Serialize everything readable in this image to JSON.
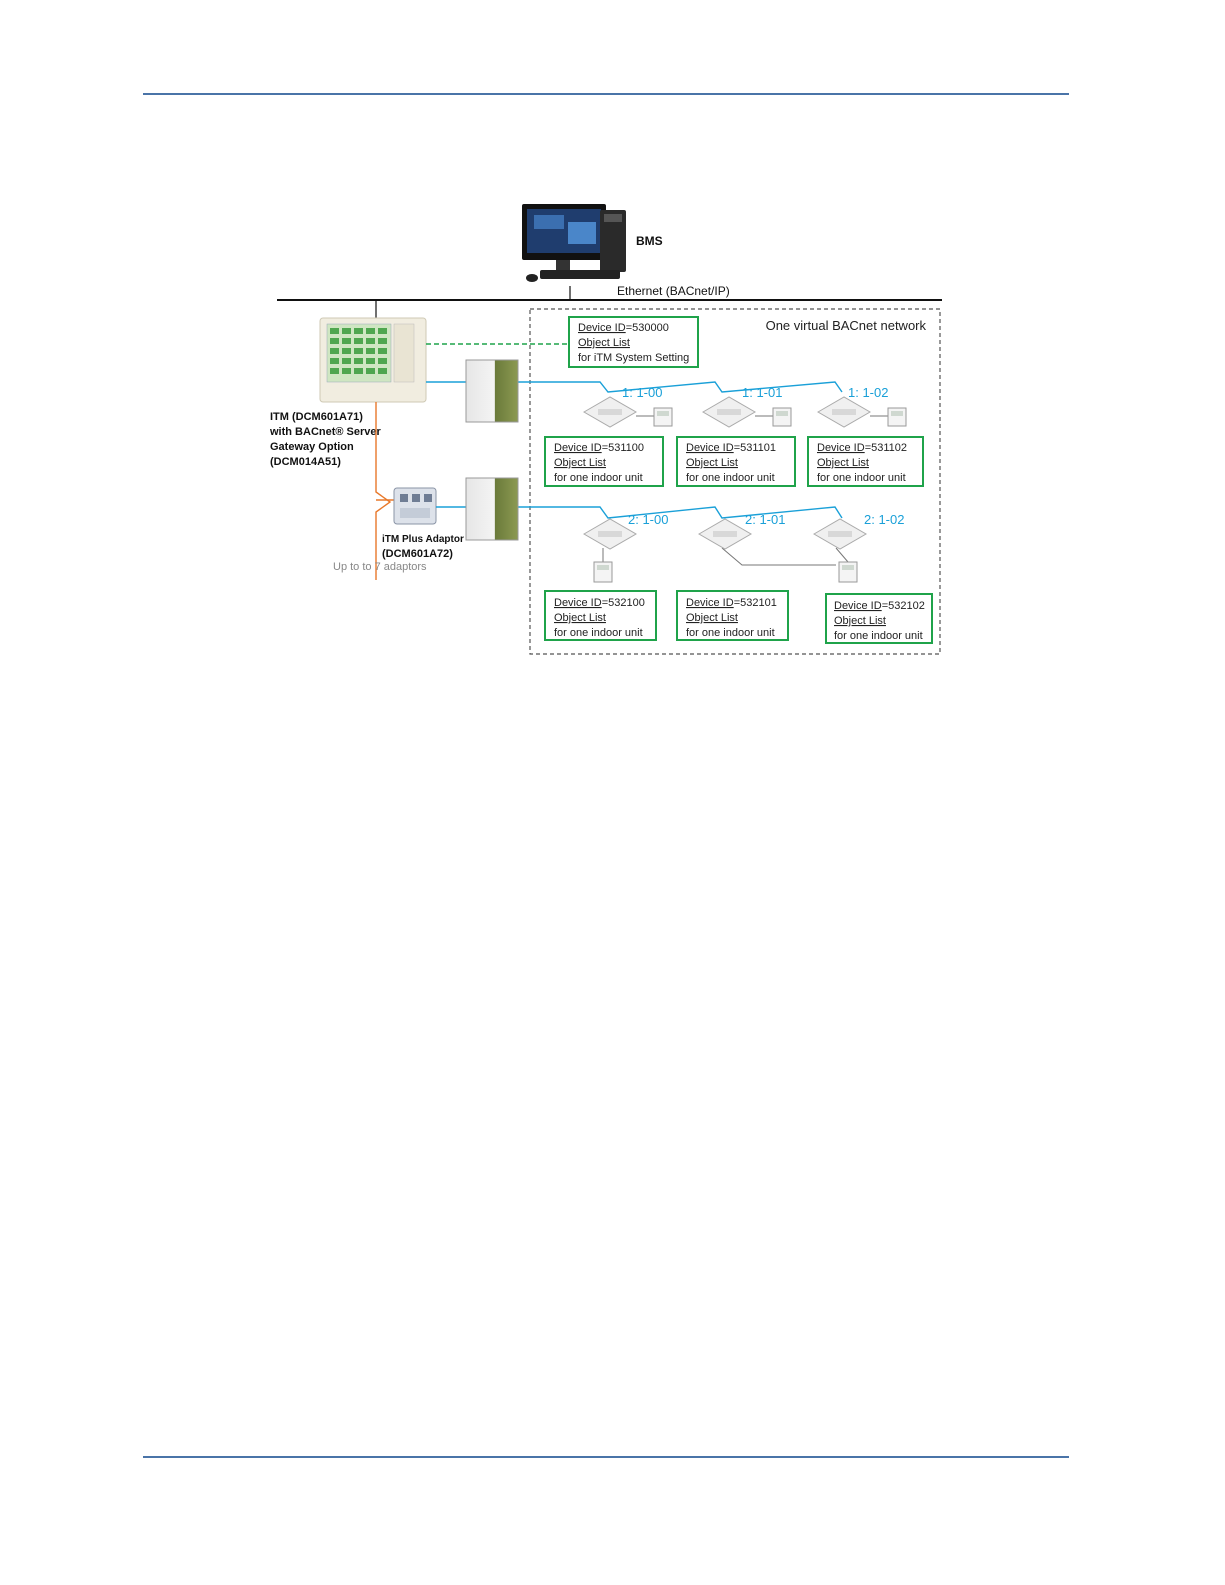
{
  "bms_label": "BMS",
  "ethernet_label": "Ethernet (BACnet/IP)",
  "virtual_network_label": "One virtual BACnet network",
  "itm_label": [
    "ITM (DCM601A71)",
    "with BACnet® Server",
    "Gateway Option",
    "(DCM014A51)"
  ],
  "adaptor_label": [
    "iTM Plus Adaptor",
    "(DCM601A72)"
  ],
  "adaptor_note": "Up to to 7 adaptors",
  "system_setting": {
    "device_id_label": "Device ID",
    "device_id_value": "=530000",
    "object_list": "Object List",
    "purpose": "for iTM System Setting"
  },
  "row1_addresses": [
    "1: 1-00",
    "1: 1-01",
    "1: 1-02"
  ],
  "row2_addresses": [
    "2: 1-00",
    "2: 1-01",
    "2: 1-02"
  ],
  "row1_devices": [
    {
      "device_id_label": "Device ID",
      "device_id_value": "=531100",
      "object_list": "Object List",
      "purpose": "for one indoor unit"
    },
    {
      "device_id_label": "Device ID",
      "device_id_value": "=531101",
      "object_list": "Object List",
      "purpose": "for one indoor unit"
    },
    {
      "device_id_label": "Device ID",
      "device_id_value": "=531102",
      "object_list": "Object List",
      "purpose": "for one indoor unit"
    }
  ],
  "row2_devices": [
    {
      "device_id_label": "Device ID",
      "device_id_value": "=532100",
      "object_list": "Object List",
      "purpose": "for one indoor unit"
    },
    {
      "device_id_label": "Device ID",
      "device_id_value": "=532101",
      "object_list": "Object List",
      "purpose": "for one indoor unit"
    },
    {
      "device_id_label": "Device ID",
      "device_id_value": "=532102",
      "object_list": "Object List",
      "purpose": "for one indoor unit"
    }
  ],
  "colors": {
    "accent_rule": "#4a74a8",
    "dii_line": "#1aa0d8",
    "device_box": "#1fa34a",
    "adaptor_line": "#e8782a"
  }
}
